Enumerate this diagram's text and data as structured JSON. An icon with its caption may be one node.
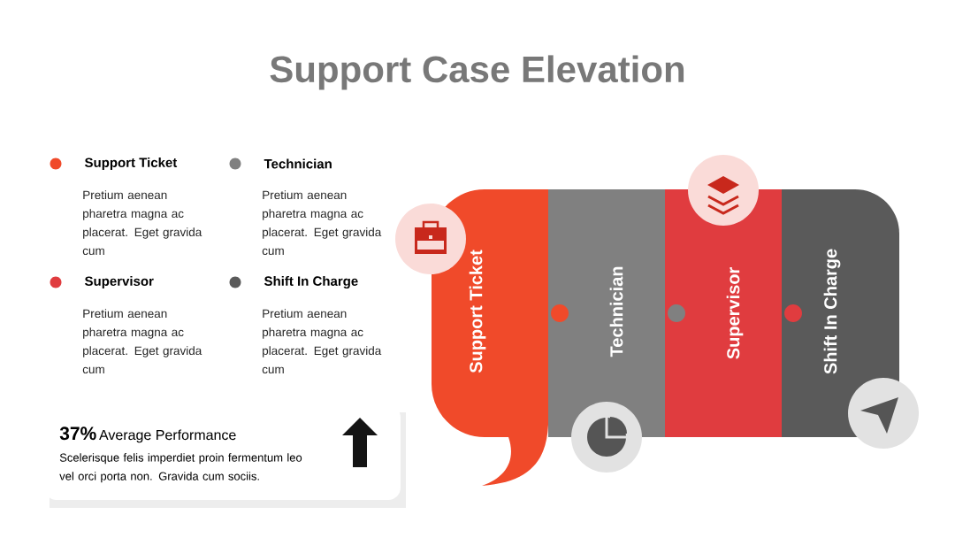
{
  "diagram": {
    "title": "Support Case Elevation",
    "nodes": [
      {
        "text": [
          "Support Ticket"
        ]
      },
      {
        "text": [
          "Technician"
        ]
      },
      {
        "text": [
          "Supervisor"
        ]
      },
      {
        "text": [
          "Shift In Charge"
        ]
      },
      {
        "text": [
          "37%",
          "Average Performance",
          "Scelerisque felis imperdiet proin fermentum leo vel orci porta non. Gravida cum sociis."
        ]
      }
    ],
    "labels": [
      "Pretium aenean pharetra magna ac placerat. Eget gravida cum",
      "Pretium aenean pharetra magna ac placerat. Eget gravida cum",
      "Pretium aenean pharetra magna ac placerat. Eget gravida cum",
      "Pretium aenean pharetra magna ac placerat. Eget gravida cum"
    ],
    "legend": [
      {
        "text": "Support Ticket",
        "color": "#f04a2a"
      },
      {
        "text": "Technician",
        "color": "#808080"
      },
      {
        "text": "Supervisor",
        "color": "#e03c3f"
      },
      {
        "text": "Shift In Charge",
        "color": "#5a5a5a"
      }
    ]
  }
}
